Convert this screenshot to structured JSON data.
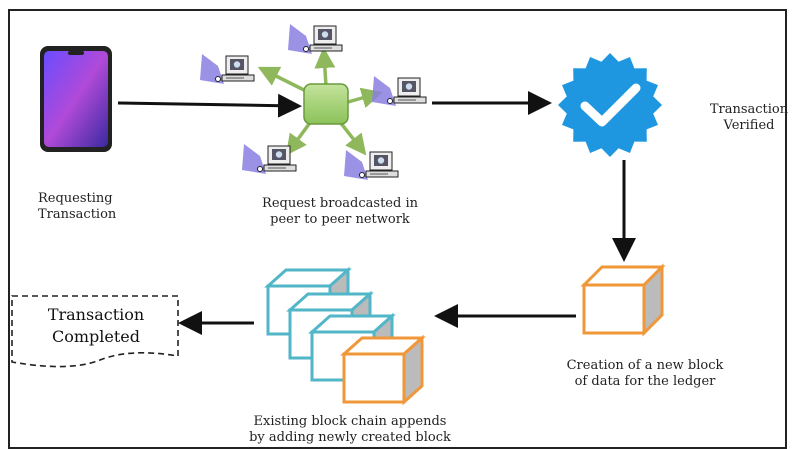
{
  "labels": {
    "requesting": [
      "Requesting",
      "Transaction"
    ],
    "broadcast": [
      "Request broadcasted in",
      "peer to peer network"
    ],
    "verified": [
      "Transaction",
      "Verified"
    ],
    "creation": [
      "Creation of a new block",
      "of data for the ledger"
    ],
    "existing": [
      "Existing block chain appends",
      "by adding newly created block"
    ],
    "completed": [
      "Transaction",
      "Completed"
    ]
  },
  "colors": {
    "hub": "#9fcf6f",
    "spoke": "#8fb85c",
    "badge": "#1e97e0",
    "block_orange": "#f0973a",
    "block_teal": "#52b6c9"
  },
  "icons": [
    "smartphone-icon",
    "network-hub-icon",
    "computer-node-icon",
    "verified-badge-icon",
    "data-block-icon",
    "document-icon"
  ]
}
